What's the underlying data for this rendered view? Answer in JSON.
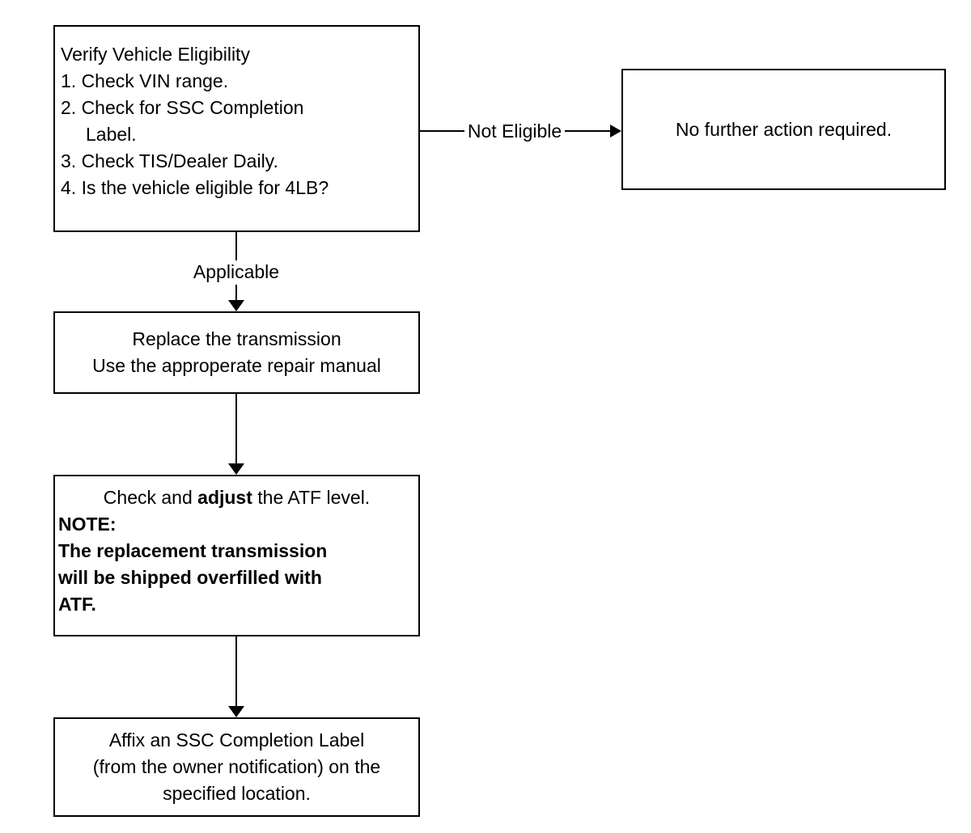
{
  "diagram": {
    "type": "flowchart",
    "colors": {
      "background": "#ffffff",
      "border": "#000000",
      "text": "#000000"
    }
  },
  "boxes": {
    "verify": {
      "lines": [
        "Verify Vehicle Eligibility",
        "1. Check VIN range.",
        "2. Check for SSC Completion",
        "Label.",
        "3. Check TIS/Dealer Daily.",
        "4. Is the vehicle eligible for 4LB?"
      ]
    },
    "no_action": {
      "text": "No further action required."
    },
    "replace": {
      "lines": [
        "Replace the transmission",
        "Use the approperate repair manual"
      ]
    },
    "atf": {
      "line1_prefix": "Check and ",
      "line1_bold": "adjust",
      "line1_suffix": " the ATF level.",
      "note_lines": [
        "NOTE:",
        "The replacement transmission",
        "will be shipped overfilled with",
        "ATF."
      ]
    },
    "affix": {
      "lines": [
        "Affix an SSC Completion Label",
        "(from the owner notification) on the",
        "specified location."
      ]
    }
  },
  "connectors": {
    "not_eligible_label": "Not Eligible",
    "applicable_label": "Applicable"
  }
}
